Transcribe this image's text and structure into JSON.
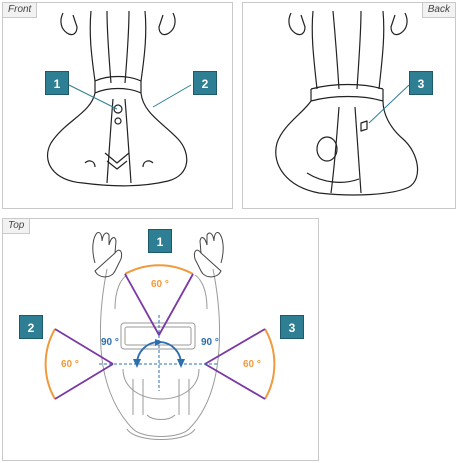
{
  "panels": {
    "front": {
      "label": "Front",
      "callouts": [
        "1",
        "2"
      ]
    },
    "back": {
      "label": "Back",
      "callouts": [
        "3"
      ]
    },
    "top": {
      "label": "Top",
      "callouts": [
        "1",
        "2",
        "3"
      ]
    }
  },
  "angles": {
    "sector_front": "60 °",
    "sector_left": "60 °",
    "sector_right": "60 °",
    "quarter_left": "90 °",
    "quarter_right": "90 °"
  },
  "colors": {
    "callout": "#2e7e94",
    "sector_line": "#7a3aa6",
    "arc_orange": "#ef9a3c",
    "angle_blue": "#2b6fb0"
  }
}
